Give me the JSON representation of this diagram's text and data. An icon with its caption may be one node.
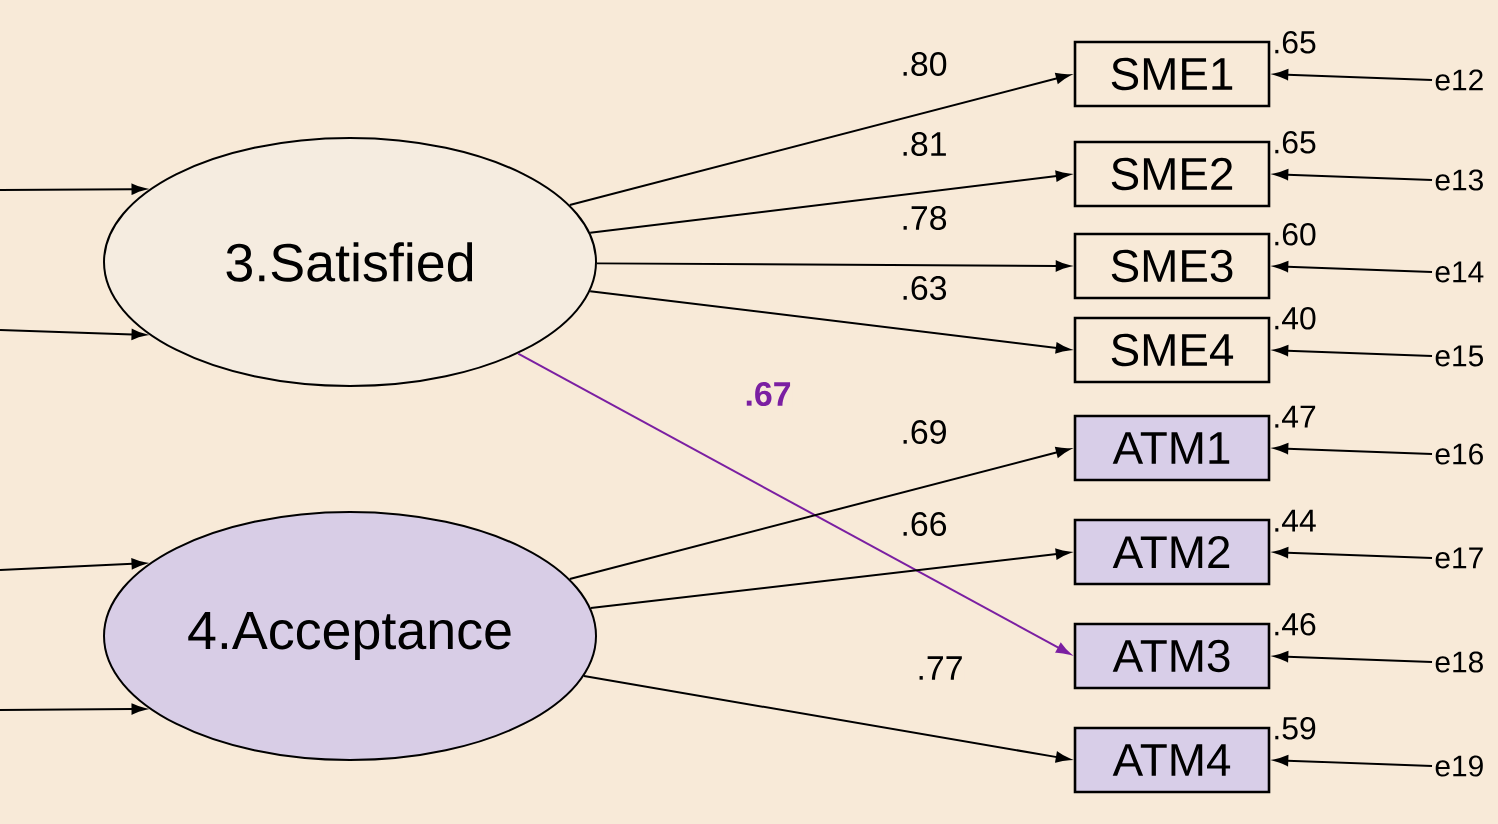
{
  "diagram": {
    "nodes": [
      {
        "text": [
          "3.Satisfied"
        ]
      },
      {
        "text": [
          "4.Acceptance"
        ]
      },
      {
        "text": [
          "SME1"
        ],
        "beside": [
          ".65"
        ]
      },
      {
        "text": [
          "SME2"
        ],
        "beside": [
          ".65"
        ]
      },
      {
        "text": [
          "SME3"
        ],
        "beside": [
          ".60"
        ]
      },
      {
        "text": [
          "SME4"
        ],
        "beside": [
          ".40"
        ]
      },
      {
        "text": [
          "ATM1"
        ],
        "beside": [
          ".47"
        ]
      },
      {
        "text": [
          "ATM2"
        ],
        "beside": [
          ".44"
        ]
      },
      {
        "text": [
          "ATM3"
        ],
        "beside": [
          ".46"
        ]
      },
      {
        "text": [
          "ATM4"
        ],
        "beside": [
          ".59"
        ]
      },
      {
        "text": [
          "e12"
        ]
      },
      {
        "text": [
          "e13"
        ]
      },
      {
        "text": [
          "e14"
        ]
      },
      {
        "text": [
          "e15"
        ]
      },
      {
        "text": [
          "e16"
        ]
      },
      {
        "text": [
          "e17"
        ]
      },
      {
        "text": [
          "e18"
        ]
      },
      {
        "text": [
          "e19"
        ]
      }
    ],
    "edges": [
      {
        "from": 0,
        "to": 2,
        "arrow": "to",
        "label": ".80"
      },
      {
        "from": 0,
        "to": 3,
        "arrow": "to",
        "label": ".81"
      },
      {
        "from": 0,
        "to": 4,
        "arrow": "to",
        "label": ".78"
      },
      {
        "from": 0,
        "to": 5,
        "arrow": "to",
        "label": ".63"
      },
      {
        "from": 0,
        "to": 8,
        "arrow": "to",
        "label": ".67",
        "color": "#7b1fa2"
      },
      {
        "from": 1,
        "to": 6,
        "arrow": "to",
        "label": ".69"
      },
      {
        "from": 1,
        "to": 7,
        "arrow": "to",
        "label": ".66"
      },
      {
        "from": 1,
        "to": 9,
        "arrow": "to",
        "label": ".77"
      },
      {
        "from": 10,
        "to": 2,
        "arrow": "to"
      },
      {
        "from": 11,
        "to": 3,
        "arrow": "to"
      },
      {
        "from": 12,
        "to": 4,
        "arrow": "to"
      },
      {
        "from": 13,
        "to": 5,
        "arrow": "to"
      },
      {
        "from": 14,
        "to": 6,
        "arrow": "to"
      },
      {
        "from": 15,
        "to": 7,
        "arrow": "to"
      },
      {
        "from": 16,
        "to": 8,
        "arrow": "to"
      },
      {
        "from": 17,
        "to": 9,
        "arrow": "to"
      },
      {
        "from": null,
        "to": 0,
        "arrow": "to"
      },
      {
        "from": null,
        "to": 0,
        "arrow": "to"
      },
      {
        "from": null,
        "to": 1,
        "arrow": "to"
      },
      {
        "from": null,
        "to": 1,
        "arrow": "to"
      }
    ]
  }
}
